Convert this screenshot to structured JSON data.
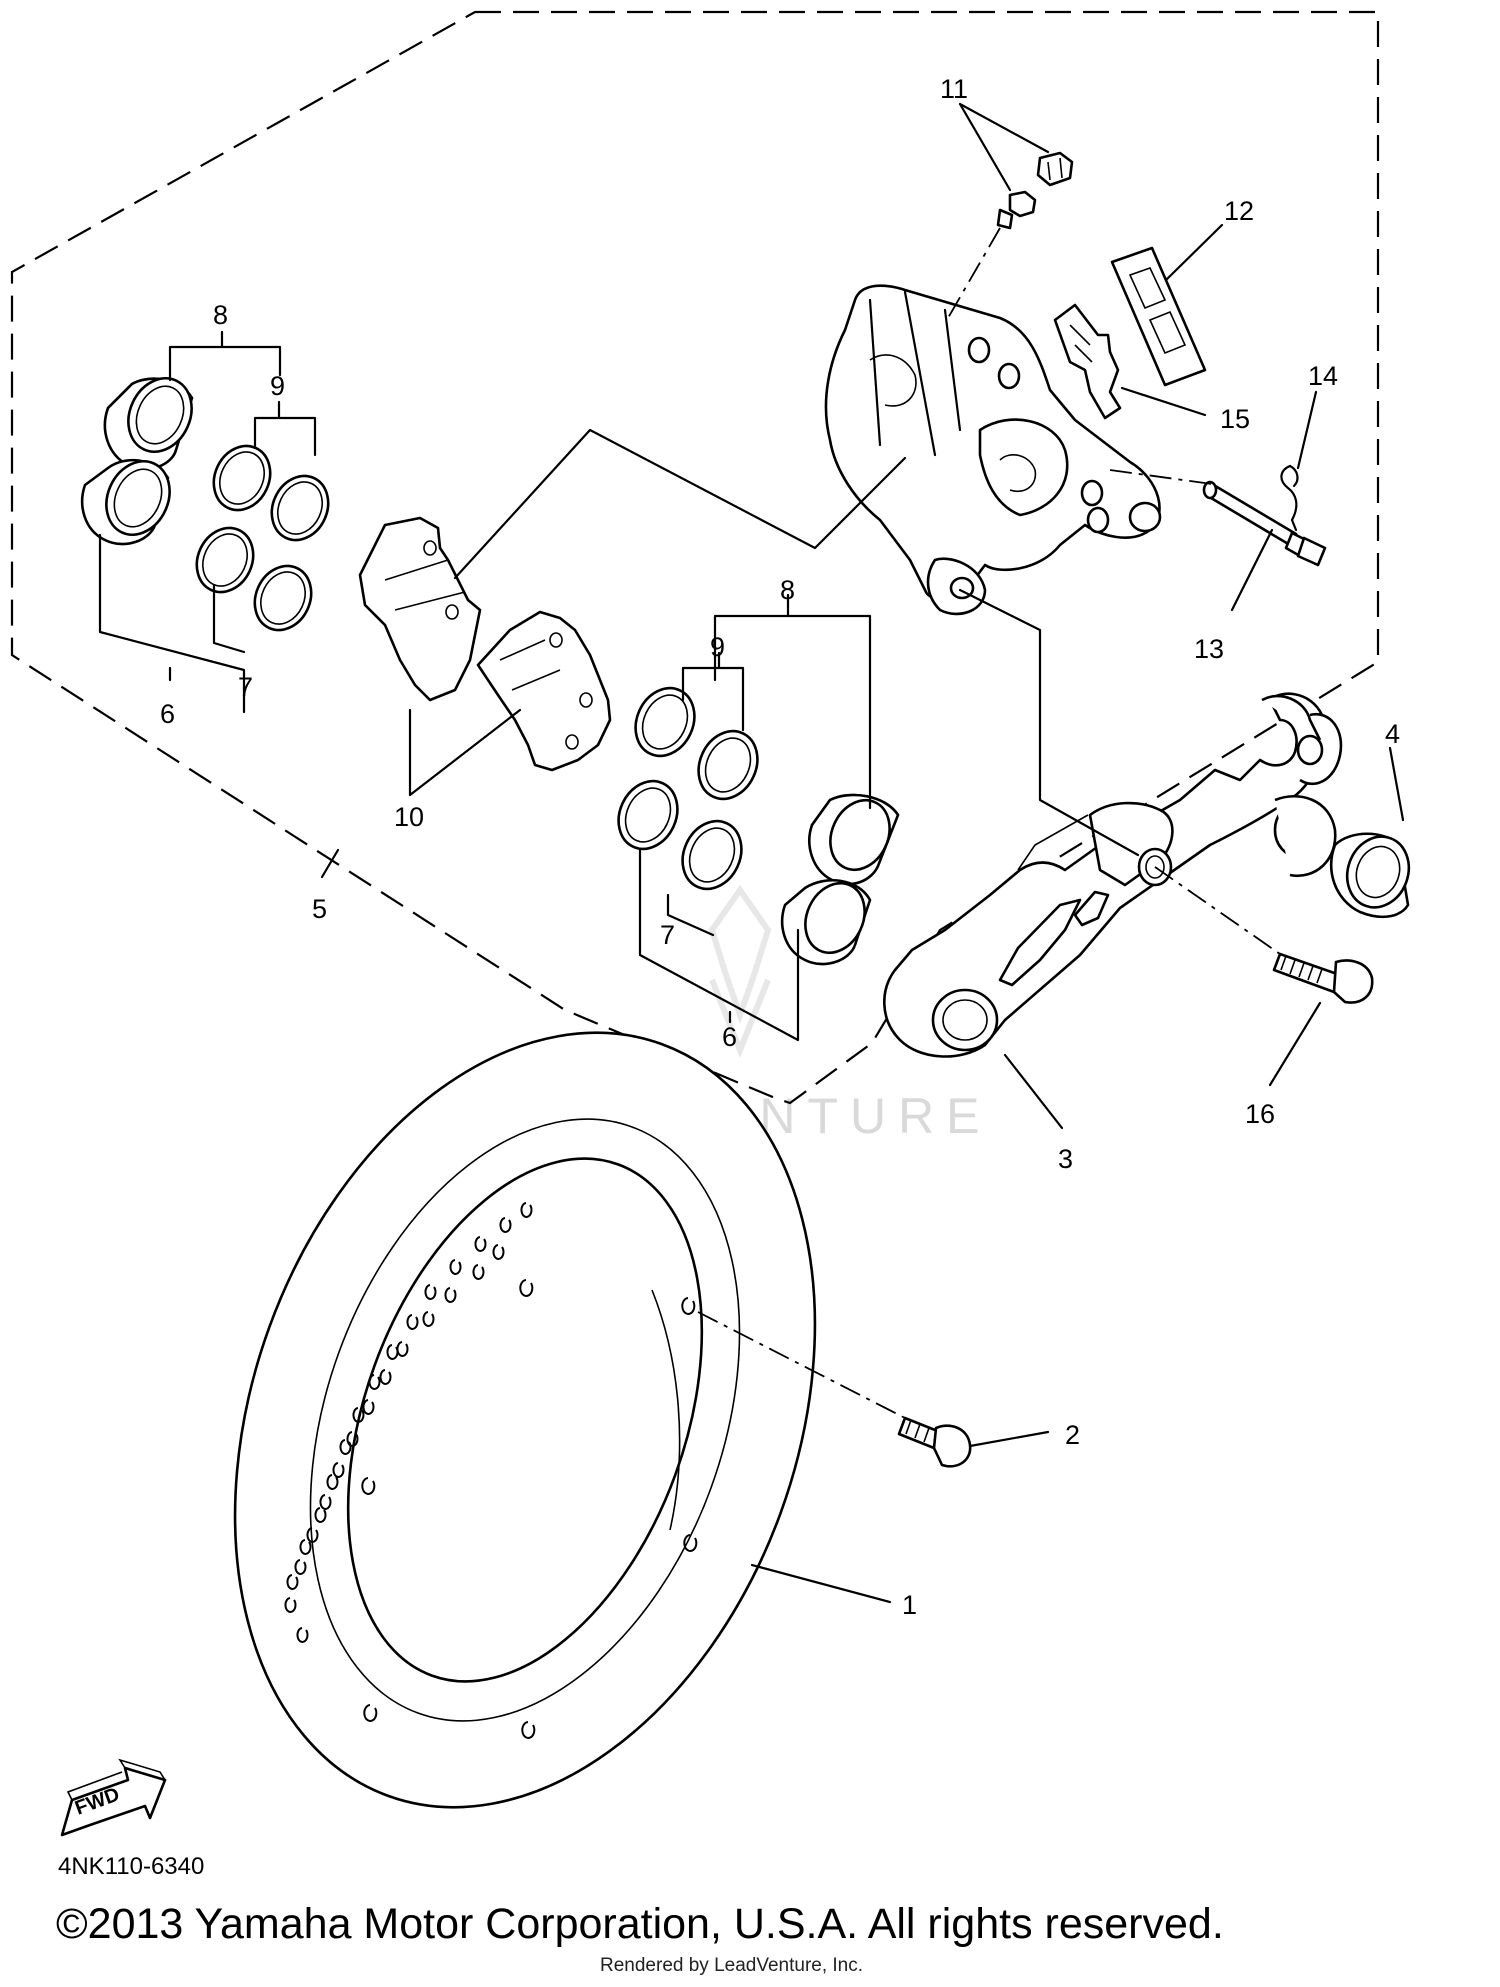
{
  "diagram": {
    "callouts": {
      "c1": "1",
      "c2": "2",
      "c3": "3",
      "c4": "4",
      "c5": "5",
      "c6a": "6",
      "c6b": "6",
      "c7a": "7",
      "c7b": "7",
      "c8a": "8",
      "c8b": "8",
      "c9a": "9",
      "c9b": "9",
      "c10": "10",
      "c11": "11",
      "c12": "12",
      "c13": "13",
      "c14": "14",
      "c15": "15",
      "c16": "16"
    },
    "watermark": "LEADVENTURE",
    "fwd_label": "FWD"
  },
  "footer": {
    "diagram_code": "4NK110-6340",
    "copyright": "©2013 Yamaha Motor Corporation, U.S.A. All rights reserved.",
    "rendered_by": "Rendered by LeadVenture, Inc."
  }
}
